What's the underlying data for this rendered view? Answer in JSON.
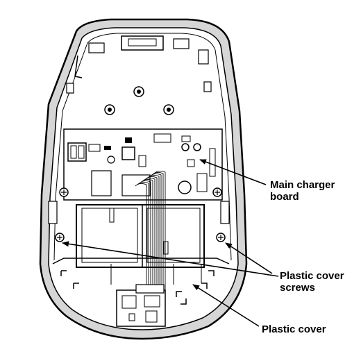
{
  "labels": {
    "main_charger_board": [
      "Main charger",
      "board"
    ],
    "plastic_cover_screws": [
      "Plastic cover",
      "screws"
    ],
    "plastic_cover": "Plastic cover"
  },
  "colors": {
    "ink": "#000000",
    "housing_gray": "#d0d0d0",
    "background": "#ffffff"
  }
}
